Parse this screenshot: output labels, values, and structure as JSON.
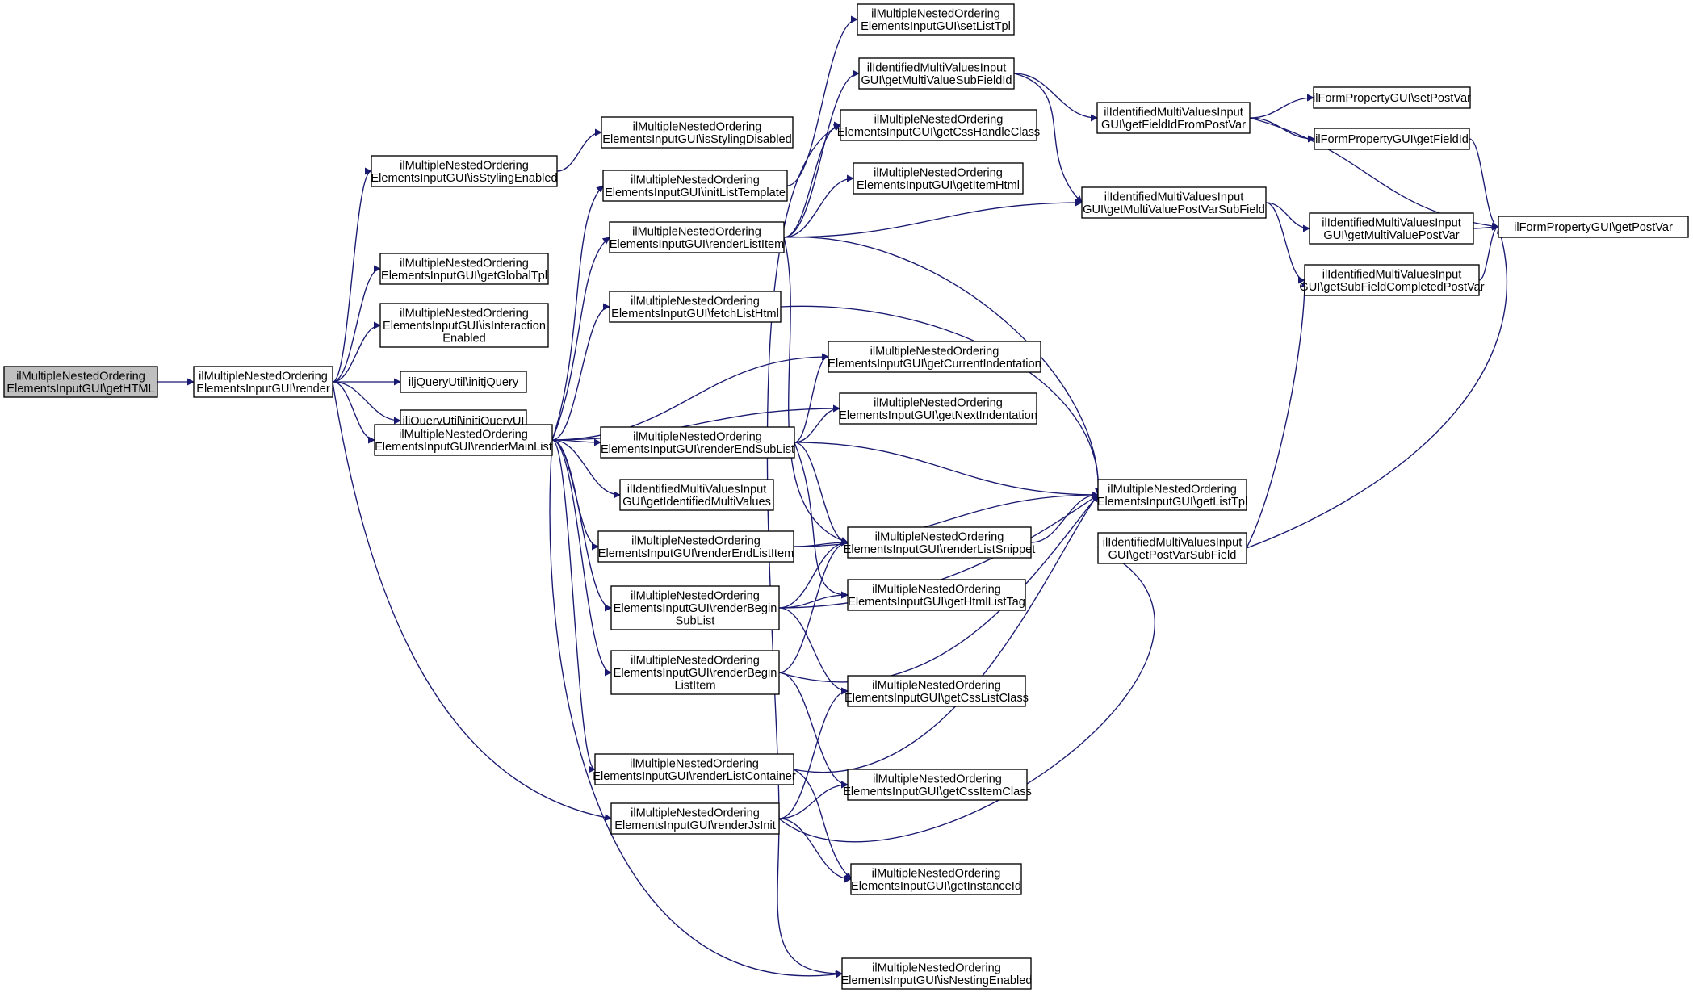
{
  "colors": {
    "edge": "#191970",
    "node_fill": "#ffffff",
    "root_fill": "#bfbfbf",
    "border": "#000000"
  },
  "nodes": [
    {
      "id": "getHTML",
      "lines": [
        "ilMultipleNestedOrdering",
        "ElementsInputGUI\\getHTML"
      ],
      "root": true
    },
    {
      "id": "render",
      "lines": [
        "ilMultipleNestedOrdering",
        "ElementsInputGUI\\render"
      ]
    },
    {
      "id": "isStylingEnabled",
      "lines": [
        "ilMultipleNestedOrdering",
        "ElementsInputGUI\\isStylingEnabled"
      ]
    },
    {
      "id": "getGlobalTpl",
      "lines": [
        "ilMultipleNestedOrdering",
        "ElementsInputGUI\\getGlobalTpl"
      ]
    },
    {
      "id": "isInteractionEnabled",
      "lines": [
        "ilMultipleNestedOrdering",
        "ElementsInputGUI\\isInteraction",
        "Enabled"
      ]
    },
    {
      "id": "initjQuery",
      "lines": [
        "iljQueryUtil\\initjQuery"
      ]
    },
    {
      "id": "initjQueryUI",
      "lines": [
        "iljQueryUtil\\initjQueryUI"
      ]
    },
    {
      "id": "renderMainList",
      "lines": [
        "ilMultipleNestedOrdering",
        "ElementsInputGUI\\renderMainList"
      ]
    },
    {
      "id": "isStylingDisabled",
      "lines": [
        "ilMultipleNestedOrdering",
        "ElementsInputGUI\\isStylingDisabled"
      ]
    },
    {
      "id": "initListTemplate",
      "lines": [
        "ilMultipleNestedOrdering",
        "ElementsInputGUI\\initListTemplate"
      ]
    },
    {
      "id": "renderListItem",
      "lines": [
        "ilMultipleNestedOrdering",
        "ElementsInputGUI\\renderListItem"
      ]
    },
    {
      "id": "fetchListHtml",
      "lines": [
        "ilMultipleNestedOrdering",
        "ElementsInputGUI\\fetchListHtml"
      ]
    },
    {
      "id": "renderEndSubList",
      "lines": [
        "ilMultipleNestedOrdering",
        "ElementsInputGUI\\renderEndSubList"
      ]
    },
    {
      "id": "getIdentifiedMultiValues",
      "lines": [
        "ilIdentifiedMultiValuesInput",
        "GUI\\getIdentifiedMultiValues"
      ]
    },
    {
      "id": "renderEndListItem",
      "lines": [
        "ilMultipleNestedOrdering",
        "ElementsInputGUI\\renderEndListItem"
      ]
    },
    {
      "id": "renderBeginSubList",
      "lines": [
        "ilMultipleNestedOrdering",
        "ElementsInputGUI\\renderBegin",
        "SubList"
      ]
    },
    {
      "id": "renderBeginListItem",
      "lines": [
        "ilMultipleNestedOrdering",
        "ElementsInputGUI\\renderBegin",
        "ListItem"
      ]
    },
    {
      "id": "renderListContainer",
      "lines": [
        "ilMultipleNestedOrdering",
        "ElementsInputGUI\\renderListContainer"
      ]
    },
    {
      "id": "renderJsInit",
      "lines": [
        "ilMultipleNestedOrdering",
        "ElementsInputGUI\\renderJsInit"
      ]
    },
    {
      "id": "setListTpl",
      "lines": [
        "ilMultipleNestedOrdering",
        "ElementsInputGUI\\setListTpl"
      ]
    },
    {
      "id": "getMultiValueSubFieldId",
      "lines": [
        "ilIdentifiedMultiValuesInput",
        "GUI\\getMultiValueSubFieldId"
      ]
    },
    {
      "id": "getCssHandleClass",
      "lines": [
        "ilMultipleNestedOrdering",
        "ElementsInputGUI\\getCssHandleClass"
      ]
    },
    {
      "id": "getItemHtml",
      "lines": [
        "ilMultipleNestedOrdering",
        "ElementsInputGUI\\getItemHtml"
      ]
    },
    {
      "id": "getCurrentIndentation",
      "lines": [
        "ilMultipleNestedOrdering",
        "ElementsInputGUI\\getCurrentIndentation"
      ]
    },
    {
      "id": "getNextIndentation",
      "lines": [
        "ilMultipleNestedOrdering",
        "ElementsInputGUI\\getNextIndentation"
      ]
    },
    {
      "id": "renderListSnippet",
      "lines": [
        "ilMultipleNestedOrdering",
        "ElementsInputGUI\\renderListSnippet"
      ]
    },
    {
      "id": "getHtmlListTag",
      "lines": [
        "ilMultipleNestedOrdering",
        "ElementsInputGUI\\getHtmlListTag"
      ]
    },
    {
      "id": "getCssListClass",
      "lines": [
        "ilMultipleNestedOrdering",
        "ElementsInputGUI\\getCssListClass"
      ]
    },
    {
      "id": "getCssItemClass",
      "lines": [
        "ilMultipleNestedOrdering",
        "ElementsInputGUI\\getCssItemClass"
      ]
    },
    {
      "id": "getInstanceId",
      "lines": [
        "ilMultipleNestedOrdering",
        "ElementsInputGUI\\getInstanceId"
      ]
    },
    {
      "id": "isNestingEnabled",
      "lines": [
        "ilMultipleNestedOrdering",
        "ElementsInputGUI\\isNestingEnabled"
      ]
    },
    {
      "id": "getFieldIdFromPostVar",
      "lines": [
        "ilIdentifiedMultiValuesInput",
        "GUI\\getFieldIdFromPostVar"
      ]
    },
    {
      "id": "getMultiValuePostVarSubField",
      "lines": [
        "ilIdentifiedMultiValuesInput",
        "GUI\\getMultiValuePostVarSubField"
      ]
    },
    {
      "id": "getListTpl",
      "lines": [
        "ilMultipleNestedOrdering",
        "ElementsInputGUI\\getListTpl"
      ]
    },
    {
      "id": "getPostVarSubField",
      "lines": [
        "ilIdentifiedMultiValuesInput",
        "GUI\\getPostVarSubField"
      ]
    },
    {
      "id": "setPostVar",
      "lines": [
        "ilFormPropertyGUI\\setPostVar"
      ]
    },
    {
      "id": "getFieldId",
      "lines": [
        "ilFormPropertyGUI\\getFieldId"
      ]
    },
    {
      "id": "getMultiValuePostVar",
      "lines": [
        "ilIdentifiedMultiValuesInput",
        "GUI\\getMultiValuePostVar"
      ]
    },
    {
      "id": "getSubFieldCompletedPostVar",
      "lines": [
        "ilIdentifiedMultiValuesInput",
        "GUI\\getSubFieldCompletedPostVar"
      ]
    },
    {
      "id": "getPostVar",
      "lines": [
        "ilFormPropertyGUI\\getPostVar"
      ]
    }
  ],
  "edges": [
    [
      "getHTML",
      "render"
    ],
    [
      "render",
      "isStylingEnabled"
    ],
    [
      "render",
      "getGlobalTpl"
    ],
    [
      "render",
      "isInteractionEnabled"
    ],
    [
      "render",
      "initjQuery"
    ],
    [
      "render",
      "initjQueryUI"
    ],
    [
      "render",
      "renderMainList"
    ],
    [
      "render",
      "renderJsInit"
    ],
    [
      "isStylingEnabled",
      "isStylingDisabled"
    ],
    [
      "renderMainList",
      "initListTemplate"
    ],
    [
      "renderMainList",
      "renderListItem"
    ],
    [
      "renderMainList",
      "fetchListHtml"
    ],
    [
      "renderMainList",
      "getCurrentIndentation"
    ],
    [
      "renderMainList",
      "getNextIndentation"
    ],
    [
      "renderMainList",
      "renderEndSubList"
    ],
    [
      "renderMainList",
      "getIdentifiedMultiValues"
    ],
    [
      "renderMainList",
      "renderEndListItem"
    ],
    [
      "renderMainList",
      "renderBeginSubList"
    ],
    [
      "renderMainList",
      "renderBeginListItem"
    ],
    [
      "renderMainList",
      "renderListContainer"
    ],
    [
      "renderMainList",
      "isNestingEnabled"
    ],
    [
      "initListTemplate",
      "setListTpl"
    ],
    [
      "renderListItem",
      "getMultiValueSubFieldId"
    ],
    [
      "renderListItem",
      "getCssHandleClass"
    ],
    [
      "renderListItem",
      "getItemHtml"
    ],
    [
      "renderListItem",
      "getMultiValuePostVarSubField"
    ],
    [
      "renderListItem",
      "getListTpl"
    ],
    [
      "renderListItem",
      "renderListSnippet"
    ],
    [
      "fetchListHtml",
      "getListTpl"
    ],
    [
      "renderEndSubList",
      "getCurrentIndentation"
    ],
    [
      "renderEndSubList",
      "getNextIndentation"
    ],
    [
      "renderEndSubList",
      "getListTpl"
    ],
    [
      "renderEndSubList",
      "renderListSnippet"
    ],
    [
      "renderEndSubList",
      "getHtmlListTag"
    ],
    [
      "renderEndListItem",
      "renderListSnippet"
    ],
    [
      "renderEndListItem",
      "getListTpl"
    ],
    [
      "renderBeginSubList",
      "renderListSnippet"
    ],
    [
      "renderBeginSubList",
      "getHtmlListTag"
    ],
    [
      "renderBeginSubList",
      "getCssListClass"
    ],
    [
      "renderBeginSubList",
      "getListTpl"
    ],
    [
      "renderBeginListItem",
      "renderListSnippet"
    ],
    [
      "renderBeginListItem",
      "getCssItemClass"
    ],
    [
      "renderBeginListItem",
      "getListTpl"
    ],
    [
      "renderListContainer",
      "getInstanceId"
    ],
    [
      "renderListContainer",
      "getListTpl"
    ],
    [
      "renderJsInit",
      "getCssHandleClass"
    ],
    [
      "renderJsInit",
      "getCssListClass"
    ],
    [
      "renderJsInit",
      "getCssItemClass"
    ],
    [
      "renderJsInit",
      "getInstanceId"
    ],
    [
      "renderJsInit",
      "isNestingEnabled"
    ],
    [
      "renderJsInit",
      "getPostVarSubField"
    ],
    [
      "getMultiValueSubFieldId",
      "getFieldIdFromPostVar"
    ],
    [
      "getMultiValueSubFieldId",
      "getMultiValuePostVarSubField"
    ],
    [
      "getMultiValuePostVarSubField",
      "getMultiValuePostVar"
    ],
    [
      "getMultiValuePostVarSubField",
      "getSubFieldCompletedPostVar"
    ],
    [
      "renderListSnippet",
      "getListTpl"
    ],
    [
      "getFieldIdFromPostVar",
      "setPostVar"
    ],
    [
      "getFieldIdFromPostVar",
      "getFieldId"
    ],
    [
      "getFieldIdFromPostVar",
      "getPostVar"
    ],
    [
      "getFieldId",
      "getPostVar"
    ],
    [
      "getMultiValuePostVar",
      "getPostVar"
    ],
    [
      "getSubFieldCompletedPostVar",
      "getPostVar"
    ],
    [
      "getPostVarSubField",
      "getSubFieldCompletedPostVar"
    ],
    [
      "getPostVarSubField",
      "getPostVar"
    ]
  ]
}
